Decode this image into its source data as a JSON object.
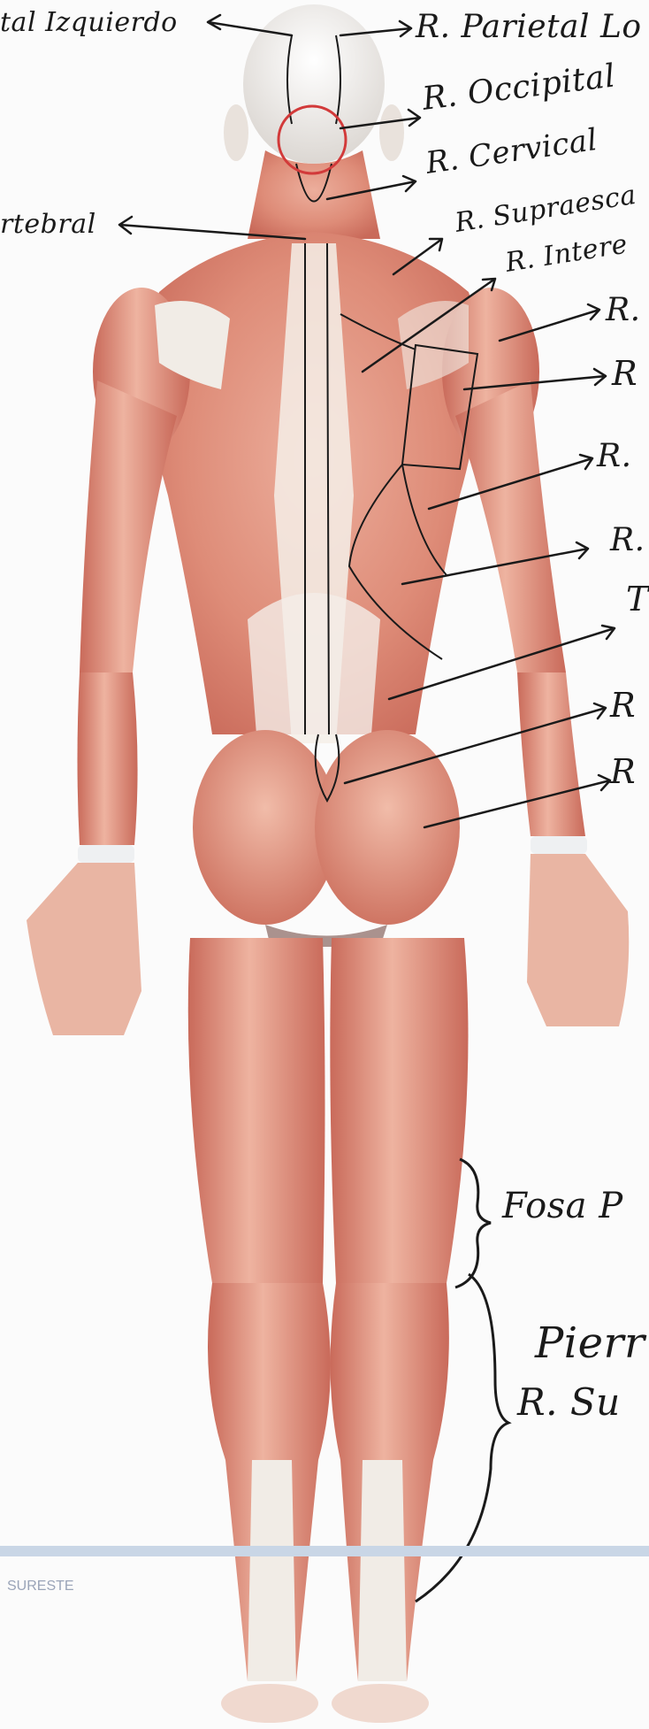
{
  "labels": {
    "parietal_izq": "tal Izquierdo",
    "parietal_der": "R. Parietal Lo",
    "occipital": "R. Occipital",
    "cervical": "R. Cervical",
    "vertebral": "rtebral",
    "supraescapular": "R. Supraesca",
    "interescapular": "R. Intere",
    "r1": "R.",
    "r2": "R",
    "r3": "R.",
    "r4": "R.",
    "t1": "T",
    "r5": "R",
    "r6": "R",
    "fosa": "Fosa P",
    "pierna": "Pierr",
    "r_su": "R. Su"
  },
  "footer": {
    "text": "SURESTE"
  },
  "colors": {
    "skin": "#e7a38f",
    "muscle": "#d9786a",
    "tendon": "#f3efe8",
    "ink": "#1a1a1a",
    "highlight_circle": "#d23a3a"
  }
}
